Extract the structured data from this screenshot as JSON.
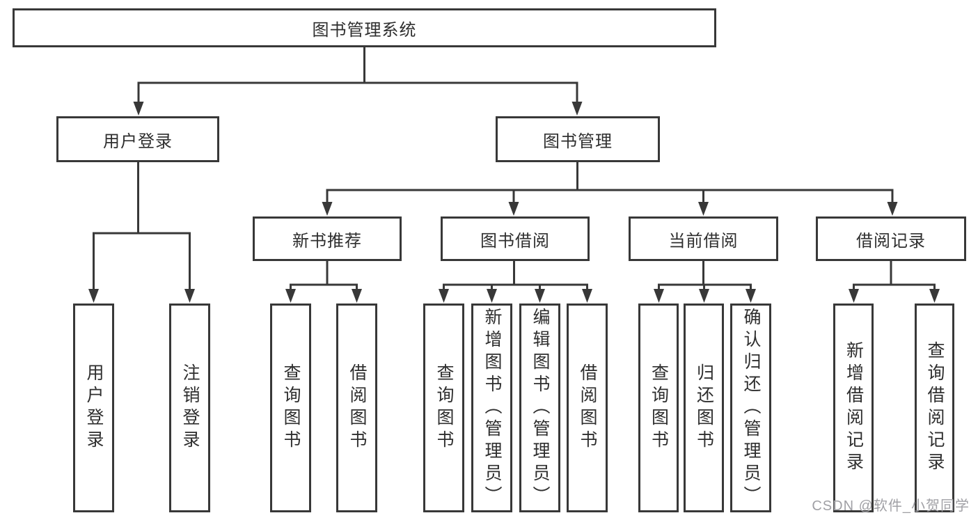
{
  "diagram": {
    "type": "tree-structure-diagram",
    "root": {
      "label": "图书管理系统"
    },
    "branches": {
      "user_login": {
        "label": "用户登录",
        "children": [
          {
            "label": "用户登录"
          },
          {
            "label": "注销登录"
          }
        ]
      },
      "book_management": {
        "label": "图书管理",
        "sections": {
          "new_book_recommend": {
            "label": "新书推荐",
            "children": [
              {
                "label": "查询图书"
              },
              {
                "label": "借阅图书"
              }
            ]
          },
          "book_borrow": {
            "label": "图书借阅",
            "children": [
              {
                "label": "查询图书"
              },
              {
                "label": "新增图书（管理员）"
              },
              {
                "label": "编辑图书（管理员）"
              },
              {
                "label": "借阅图书"
              }
            ]
          },
          "current_borrow": {
            "label": "当前借阅",
            "children": [
              {
                "label": "查询图书"
              },
              {
                "label": "归还图书"
              },
              {
                "label": "确认归还（管理员）"
              }
            ]
          },
          "borrow_records": {
            "label": "借阅记录",
            "children": [
              {
                "label": "新增借阅记录"
              },
              {
                "label": "查询借阅记录"
              }
            ]
          }
        }
      }
    }
  },
  "watermark": {
    "text": "CSDN @软件_小贺同学"
  },
  "colors": {
    "line": "#383838",
    "box_border": "#383838",
    "text": "#2e2e2e",
    "background": "#ffffff",
    "watermark": "#a0a0a5"
  }
}
